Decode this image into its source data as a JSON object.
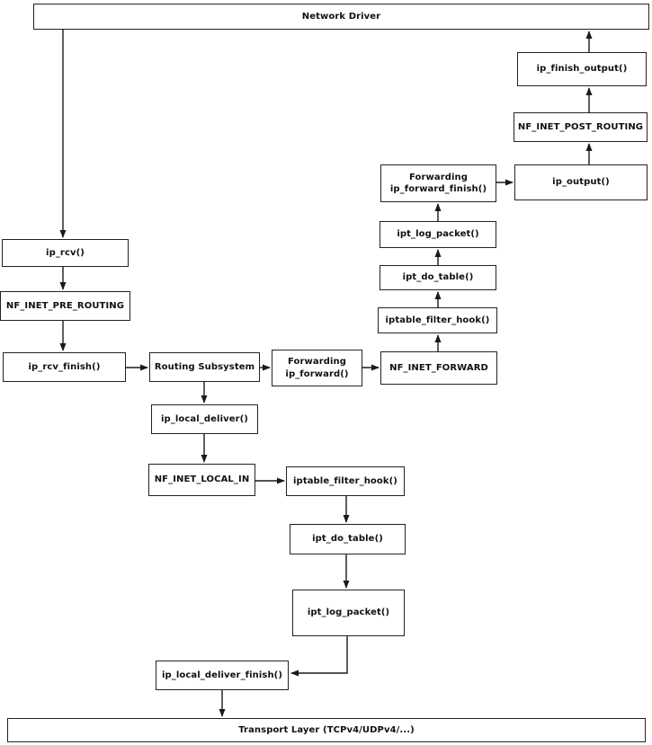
{
  "diagram": {
    "description": "Linux kernel IPv4 packet flow through netfilter hooks",
    "colors": {
      "background": "#ffffff",
      "box_fill": "#ffffff",
      "box_border": "#222222",
      "line": "#1a1a1a",
      "text": "#111111"
    },
    "nodes": {
      "network_driver": {
        "label": "Network Driver"
      },
      "ip_finish_output": {
        "label": "ip_finish_output()"
      },
      "nf_inet_post_routing": {
        "label": "NF_INET_POST_ROUTING"
      },
      "ip_output": {
        "label": "ip_output()"
      },
      "forwarding_finish": {
        "line1": "Forwarding",
        "line2": "ip_forward_finish()"
      },
      "ipt_log_packet_fwd": {
        "label": "ipt_log_packet()"
      },
      "ipt_do_table_fwd": {
        "label": "ipt_do_table()"
      },
      "iptable_filter_hook_fwd": {
        "label": "iptable_filter_hook()"
      },
      "nf_inet_forward": {
        "label": "NF_INET_FORWARD"
      },
      "ip_rcv": {
        "label": "ip_rcv()"
      },
      "nf_inet_pre_routing": {
        "label": "NF_INET_PRE_ROUTING"
      },
      "ip_rcv_finish": {
        "label": "ip_rcv_finish()"
      },
      "routing_subsystem": {
        "label": "Routing Subsystem"
      },
      "forwarding_forward": {
        "line1": "Forwarding",
        "line2": "ip_forward()"
      },
      "ip_local_deliver": {
        "label": "ip_local_deliver()"
      },
      "nf_inet_local_in": {
        "label": "NF_INET_LOCAL_IN"
      },
      "iptable_filter_hook_in": {
        "label": "iptable_filter_hook()"
      },
      "ipt_do_table_in": {
        "label": "ipt_do_table()"
      },
      "ipt_log_packet_in": {
        "label": "ipt_log_packet()"
      },
      "ip_local_deliver_finish": {
        "label": "ip_local_deliver_finish()"
      },
      "transport_layer": {
        "label": "Transport Layer (TCPv4/UDPv4/...)"
      }
    },
    "edges": [
      {
        "from": "network_driver",
        "to": "ip_rcv"
      },
      {
        "from": "ip_rcv",
        "to": "nf_inet_pre_routing"
      },
      {
        "from": "nf_inet_pre_routing",
        "to": "ip_rcv_finish"
      },
      {
        "from": "ip_rcv_finish",
        "to": "routing_subsystem"
      },
      {
        "from": "routing_subsystem",
        "to": "forwarding_forward"
      },
      {
        "from": "forwarding_forward",
        "to": "nf_inet_forward"
      },
      {
        "from": "nf_inet_forward",
        "to": "iptable_filter_hook_fwd"
      },
      {
        "from": "iptable_filter_hook_fwd",
        "to": "ipt_do_table_fwd"
      },
      {
        "from": "ipt_do_table_fwd",
        "to": "ipt_log_packet_fwd"
      },
      {
        "from": "ipt_log_packet_fwd",
        "to": "forwarding_finish"
      },
      {
        "from": "forwarding_finish",
        "to": "ip_output"
      },
      {
        "from": "ip_output",
        "to": "nf_inet_post_routing"
      },
      {
        "from": "nf_inet_post_routing",
        "to": "ip_finish_output"
      },
      {
        "from": "ip_finish_output",
        "to": "network_driver"
      },
      {
        "from": "routing_subsystem",
        "to": "ip_local_deliver"
      },
      {
        "from": "ip_local_deliver",
        "to": "nf_inet_local_in"
      },
      {
        "from": "nf_inet_local_in",
        "to": "iptable_filter_hook_in"
      },
      {
        "from": "iptable_filter_hook_in",
        "to": "ipt_do_table_in"
      },
      {
        "from": "ipt_do_table_in",
        "to": "ipt_log_packet_in"
      },
      {
        "from": "ipt_log_packet_in",
        "to": "ip_local_deliver_finish"
      },
      {
        "from": "ip_local_deliver_finish",
        "to": "transport_layer"
      }
    ]
  }
}
